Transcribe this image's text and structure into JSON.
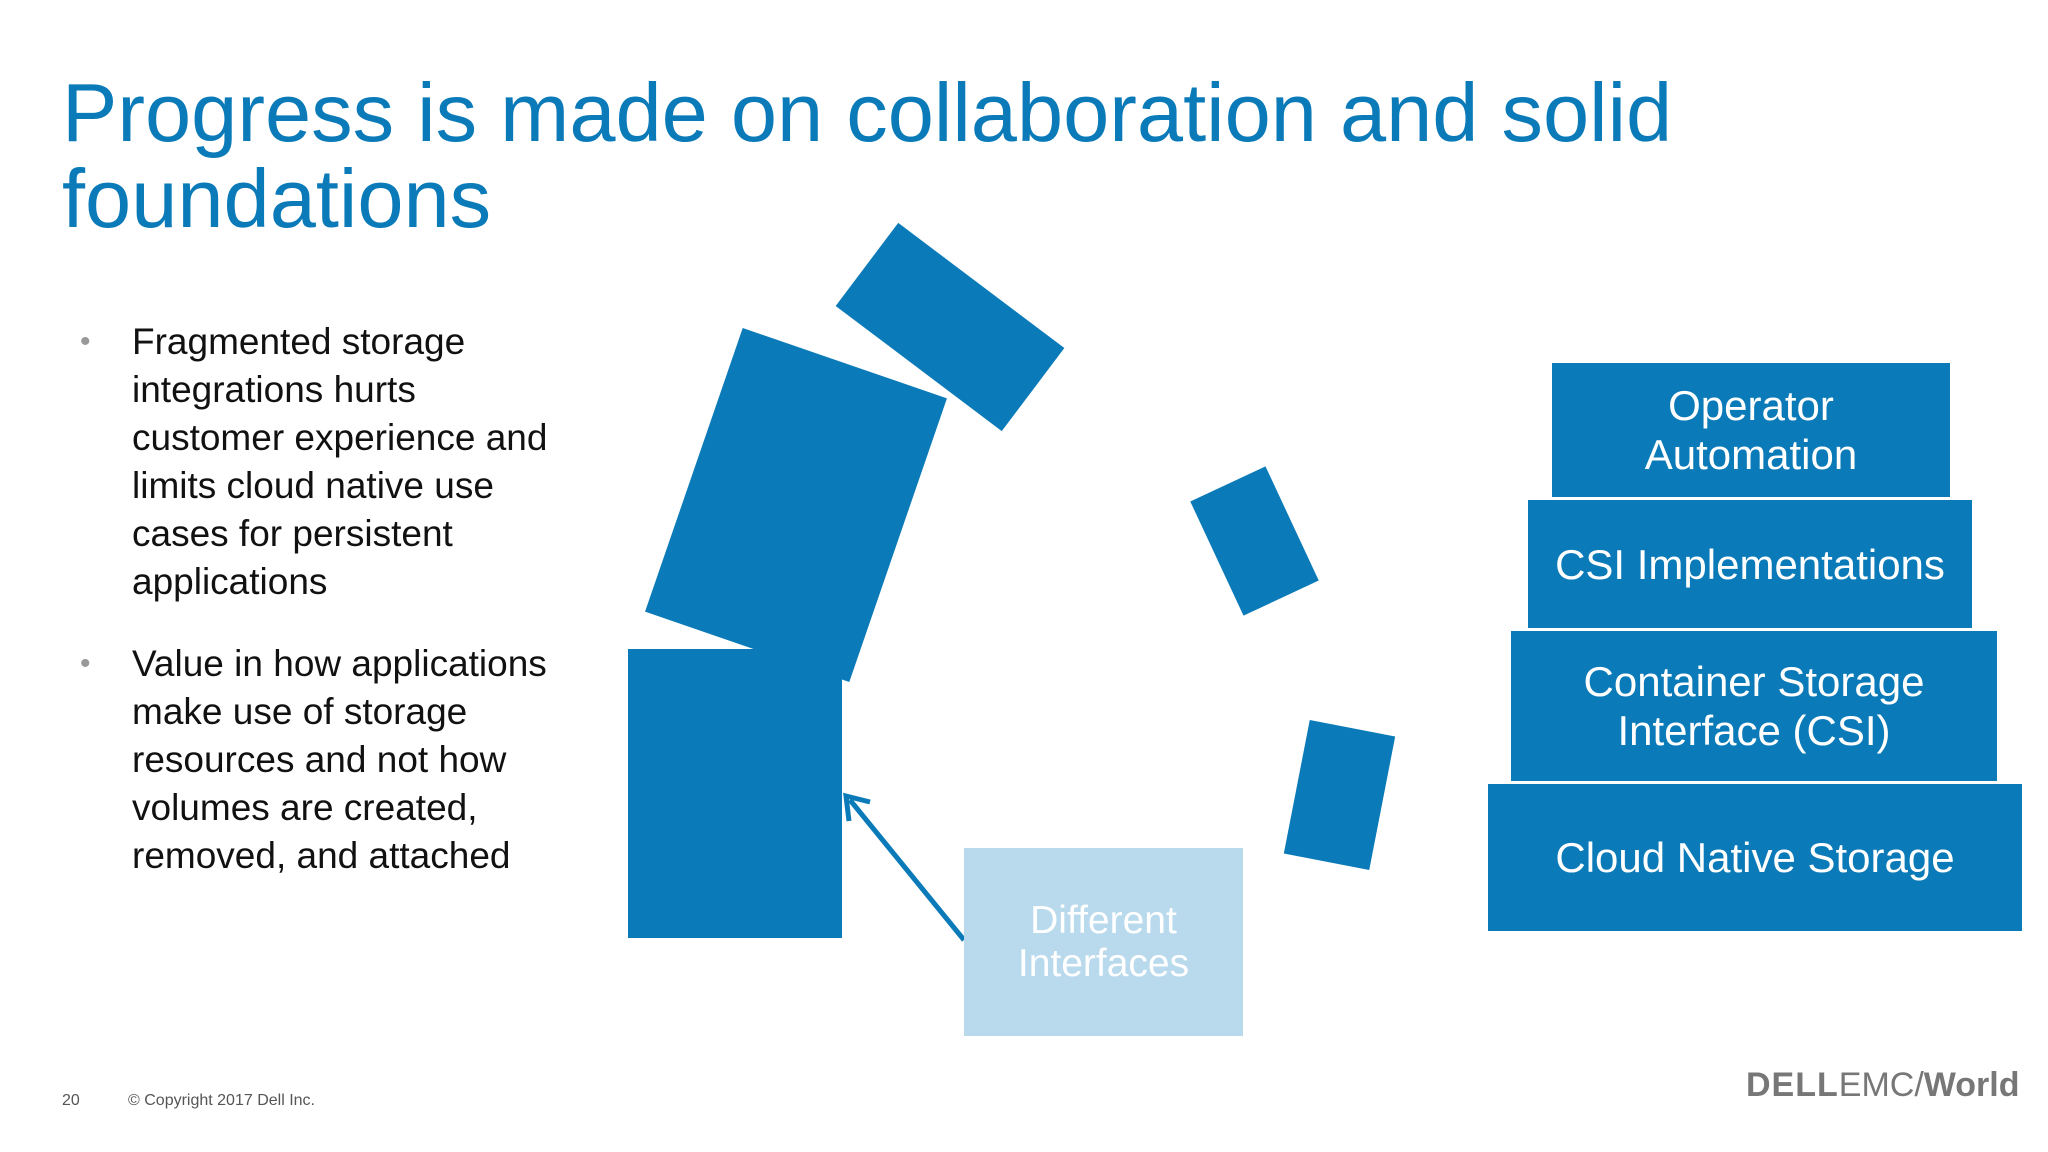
{
  "slide": {
    "title": "Progress is made on collaboration and solid foundations",
    "bullets": [
      "Fragmented storage integrations hurts customer experience and limits cloud native use cases for persistent applications",
      "Value in how applications make use of storage resources and not how volumes are created, removed, and attached"
    ],
    "bullet_symbol": "•",
    "callout_label": "Different Interfaces",
    "stack_layers": [
      "Operator Automation",
      "CSI Implementations",
      "Container Storage Interface (CSI)",
      "Cloud Native Storage"
    ],
    "footer": {
      "page_number": "20",
      "copyright": "© Copyright 2017 Dell Inc."
    },
    "logo": {
      "dell": "DELL",
      "emc": "EMC",
      "world": "World"
    }
  },
  "colors": {
    "accent": "#0a7ab8",
    "callout": "#b9d9ed",
    "text": "#111111"
  }
}
